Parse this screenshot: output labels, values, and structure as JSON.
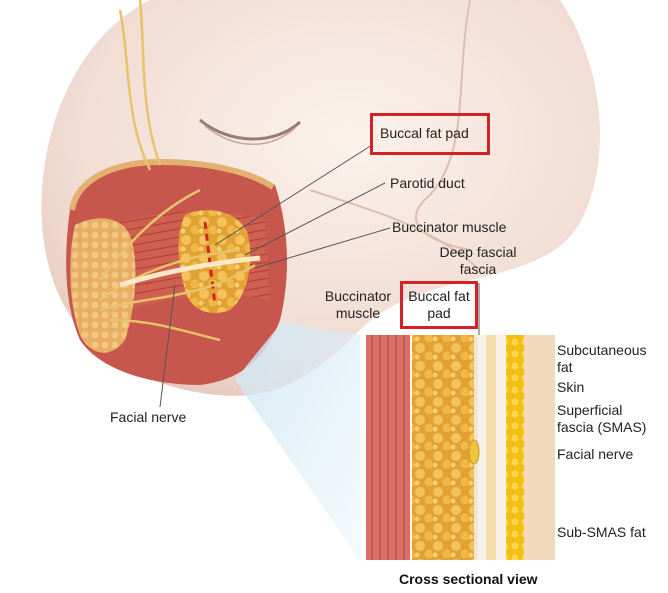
{
  "labels": {
    "buccal_fat_pad_top": "Buccal fat pad",
    "parotid_duct": "Parotid duct",
    "buccinator_muscle_top": "Buccinator muscle",
    "deep_fascial_fascia_line1": "Deep fascial",
    "deep_fascial_fascia_line2": "fascia",
    "buccinator_line1": "Buccinator",
    "buccinator_line2": "muscle",
    "buccal_fat_line1": "Buccal fat",
    "buccal_fat_line2": "pad",
    "subcutaneous_line1": "Subcutaneous",
    "subcutaneous_line2": "fat",
    "skin": "Skin",
    "superficial_line1": "Superficial",
    "superficial_line2": "fascia (SMAS)",
    "facial_nerve_right": "Facial nerve",
    "sub_smas_fat": "Sub-SMAS fat",
    "facial_nerve_left": "Facial nerve"
  },
  "caption": "Cross sectional view",
  "colors": {
    "highlight_box": "#d42027",
    "muscle": "#c8524a",
    "fat_pad": "#e0a53a",
    "subcutaneous_fat": "#f4c21c",
    "skin": "#f3d9bd"
  }
}
